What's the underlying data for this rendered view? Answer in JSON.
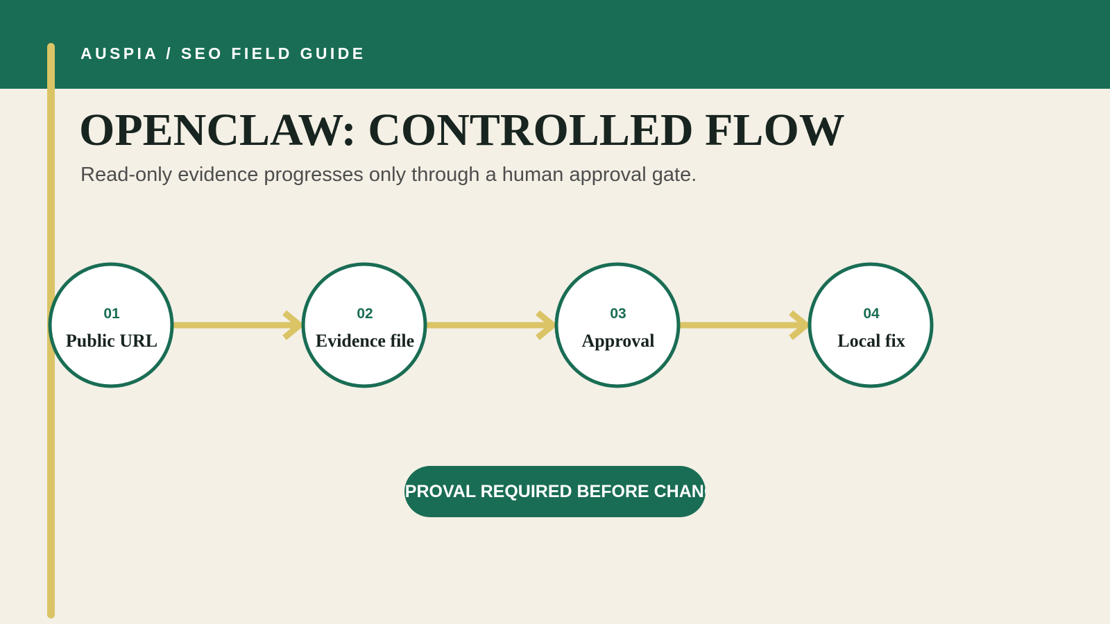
{
  "header": {
    "eyebrow": "AUSPIA / SEO FIELD GUIDE"
  },
  "title": "OPENCLAW: CONTROLLED FLOW",
  "subtitle": "Read-only evidence progresses only through a human approval gate.",
  "flow": {
    "nodes": [
      {
        "number": "01",
        "label": "Public URL"
      },
      {
        "number": "02",
        "label": "Evidence file"
      },
      {
        "number": "03",
        "label": "Approval"
      },
      {
        "number": "04",
        "label": "Local fix"
      }
    ]
  },
  "gate": {
    "label": "APPROVAL REQUIRED BEFORE CHANGE"
  },
  "colors": {
    "brand_green": "#196d54",
    "accent_gold": "#dac466",
    "background": "#f4f0e6",
    "ink": "#18241f"
  }
}
